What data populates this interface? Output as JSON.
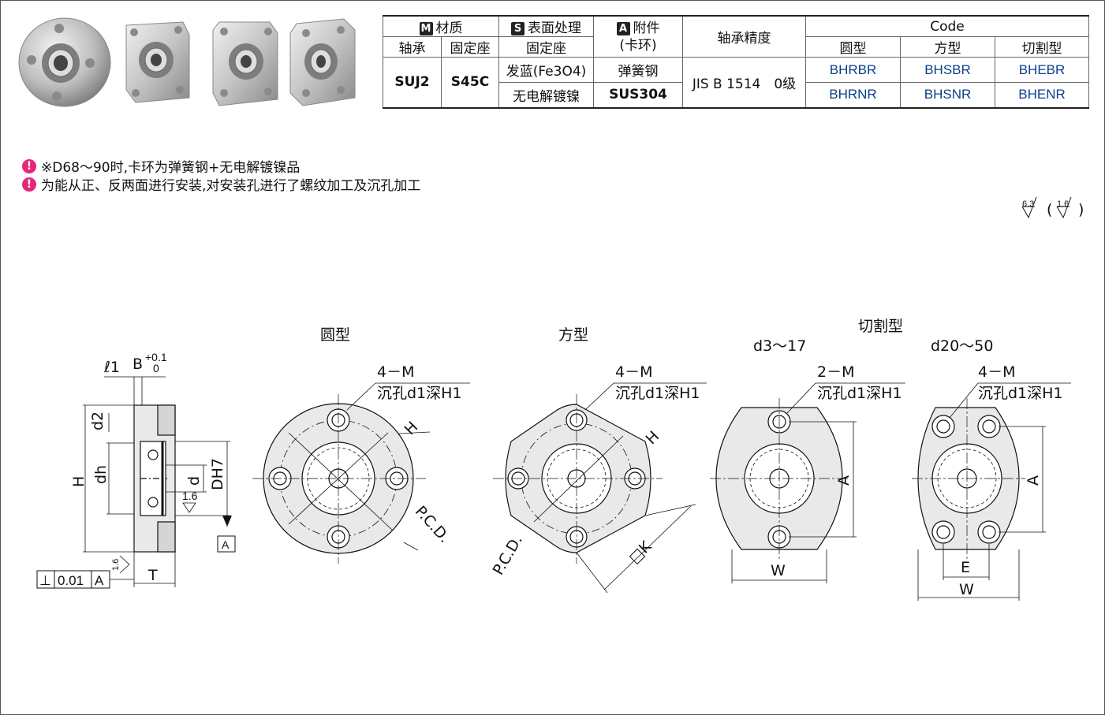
{
  "table": {
    "header": {
      "material": "材质",
      "material_tag": "M",
      "surface": "表面处理",
      "surface_tag": "S",
      "accessory": "附件",
      "accessory_tag": "A",
      "accessory_sub": "(卡环)",
      "precision": "轴承精度",
      "code": "Code",
      "bearing": "轴承",
      "housing": "固定座",
      "surface_housing": "固定座",
      "round": "圆型",
      "square": "方型",
      "cut": "切割型"
    },
    "row": {
      "bearing_material": "SUJ2",
      "housing_material": "S45C",
      "precision_value": "JIS B 1514　0级",
      "surface_1": "发蓝(Fe3O4)",
      "accessory_1": "弹簧钢",
      "code_round_1": "BHRBR",
      "code_square_1": "BHSBR",
      "code_cut_1": "BHEBR",
      "surface_2": "无电解镀镍",
      "accessory_2": "SUS304",
      "code_round_2": "BHRNR",
      "code_square_2": "BHSNR",
      "code_cut_2": "BHENR"
    }
  },
  "notes": [
    "※D68～90时,卡环为弹簧钢+无电解镀镍品",
    "为能从正、反两面进行安装,对安装孔进行了螺纹加工及沉孔加工"
  ],
  "roughness": {
    "a": "6.3",
    "b": "1.6"
  },
  "drawing": {
    "side": {
      "l1": "ℓ1",
      "b": "B",
      "b_tol_up": "+0.1",
      "b_tol_low": "0",
      "h": "H",
      "d2": "d2",
      "dh": "dh",
      "d": "d",
      "dh7": "DH7",
      "rough": "1.6",
      "datum": "A",
      "perp_sym": "⊥",
      "perp_val": "0.01",
      "perp_ref": "A",
      "t": "T",
      "rough2": "1.6"
    },
    "round": {
      "title": "圆型",
      "callout1": "4－M",
      "callout2": "沉孔d1深H1",
      "h": "H",
      "pcd": "P.C.D."
    },
    "square": {
      "title": "方型",
      "callout1": "4－M",
      "callout2": "沉孔d1深H1",
      "h": "H",
      "pcd": "P.C.D.",
      "k": "□K"
    },
    "cut": {
      "title": "切割型",
      "range1": "d3～17",
      "range2": "d20～50",
      "callout1a": "2－M",
      "callout1b": "沉孔d1深H1",
      "callout2a": "4－M",
      "callout2b": "沉孔d1深H1",
      "a1": "A",
      "w1": "W",
      "a2": "A",
      "e": "E",
      "w2": "W"
    }
  },
  "colors": {
    "code": "#0b3f8a",
    "note_icon": "#e6267a",
    "part_fill": "#e9e9e9"
  }
}
